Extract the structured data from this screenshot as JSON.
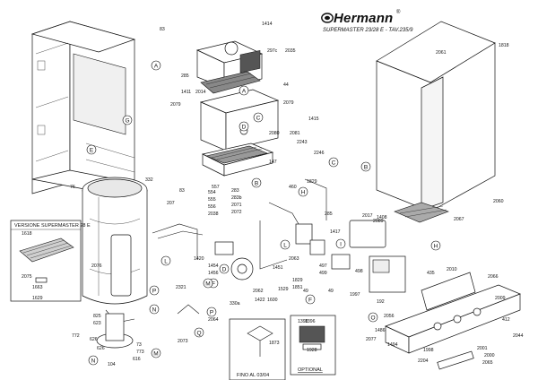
{
  "brand": {
    "name": "Hermann",
    "reg": "®",
    "model_line": "SUPERMASTER 23/28 E - TAV.235/9"
  },
  "insets": {
    "versione_label": "VERSIONE SUPERMASTER 28 E",
    "fino_label": "FINO AL 03/04",
    "optional_label": "OPTIONAL"
  },
  "circle_letters": [
    "A",
    "A",
    "B",
    "B",
    "C",
    "C",
    "D",
    "D",
    "E",
    "F",
    "F",
    "G",
    "H",
    "H",
    "I",
    "L",
    "L",
    "M",
    "M",
    "N",
    "N",
    "O",
    "P",
    "P",
    "Q"
  ],
  "part_labels": [
    "1414",
    "83",
    "297c",
    "2035",
    "285",
    "1411",
    "2014",
    "2079",
    "44",
    "2079",
    "1415",
    "2080",
    "2081",
    "2243",
    "2246",
    "147",
    "1818",
    "2061",
    "2060",
    "2067",
    "332",
    "83",
    "207",
    "2076",
    "2075",
    "1618",
    "1663",
    "1629",
    "76",
    "554",
    "555",
    "556",
    "2038",
    "557",
    "283",
    "283b",
    "2071",
    "2072",
    "460",
    "1829",
    "1417",
    "285",
    "2017",
    "2089",
    "1408",
    "497",
    "499",
    "498",
    "1997",
    "192",
    "2063",
    "1451",
    "1829",
    "1851",
    "1529",
    "49",
    "1420",
    "1454",
    "1456",
    "2321",
    "2062",
    "1422",
    "1600",
    "330a",
    "2064",
    "2073",
    "49",
    "825",
    "623",
    "772",
    "626",
    "626",
    "73",
    "773",
    "616",
    "104",
    "2010",
    "2066",
    "435",
    "2009",
    "2056",
    "1486",
    "1494",
    "1998",
    "1398",
    "1928",
    "1873",
    "412",
    "2044",
    "2001",
    "2000",
    "2204",
    "2065",
    "2077",
    "1396"
  ]
}
